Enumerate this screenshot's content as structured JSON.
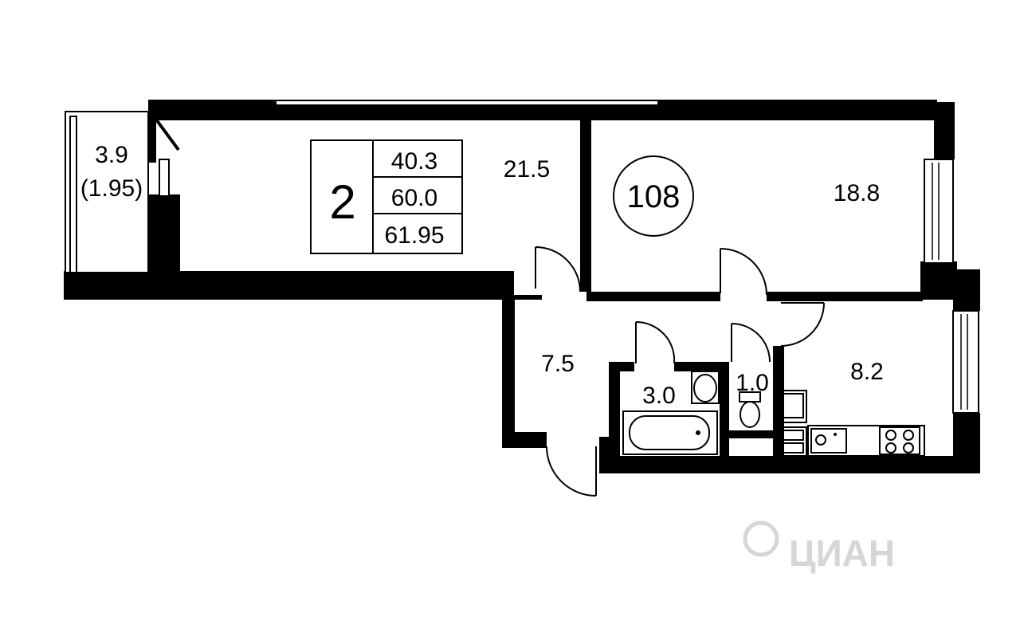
{
  "apartment": {
    "rooms_count": "2",
    "area_living": "40.3",
    "area_total": "60.0",
    "area_total_with_balcony": "61.95",
    "number": "108"
  },
  "rooms": {
    "balcony_area": "3.9",
    "balcony_area_reduced": "(1.95)",
    "living_room": "21.5",
    "bedroom": "18.8",
    "hallway": "7.5",
    "bathroom": "3.0",
    "toilet": "1.0",
    "kitchen": "8.2"
  },
  "watermark": "ЦИАН",
  "colors": {
    "wall": "#000000",
    "background": "#ffffff",
    "watermark": "#d6d6d6"
  }
}
